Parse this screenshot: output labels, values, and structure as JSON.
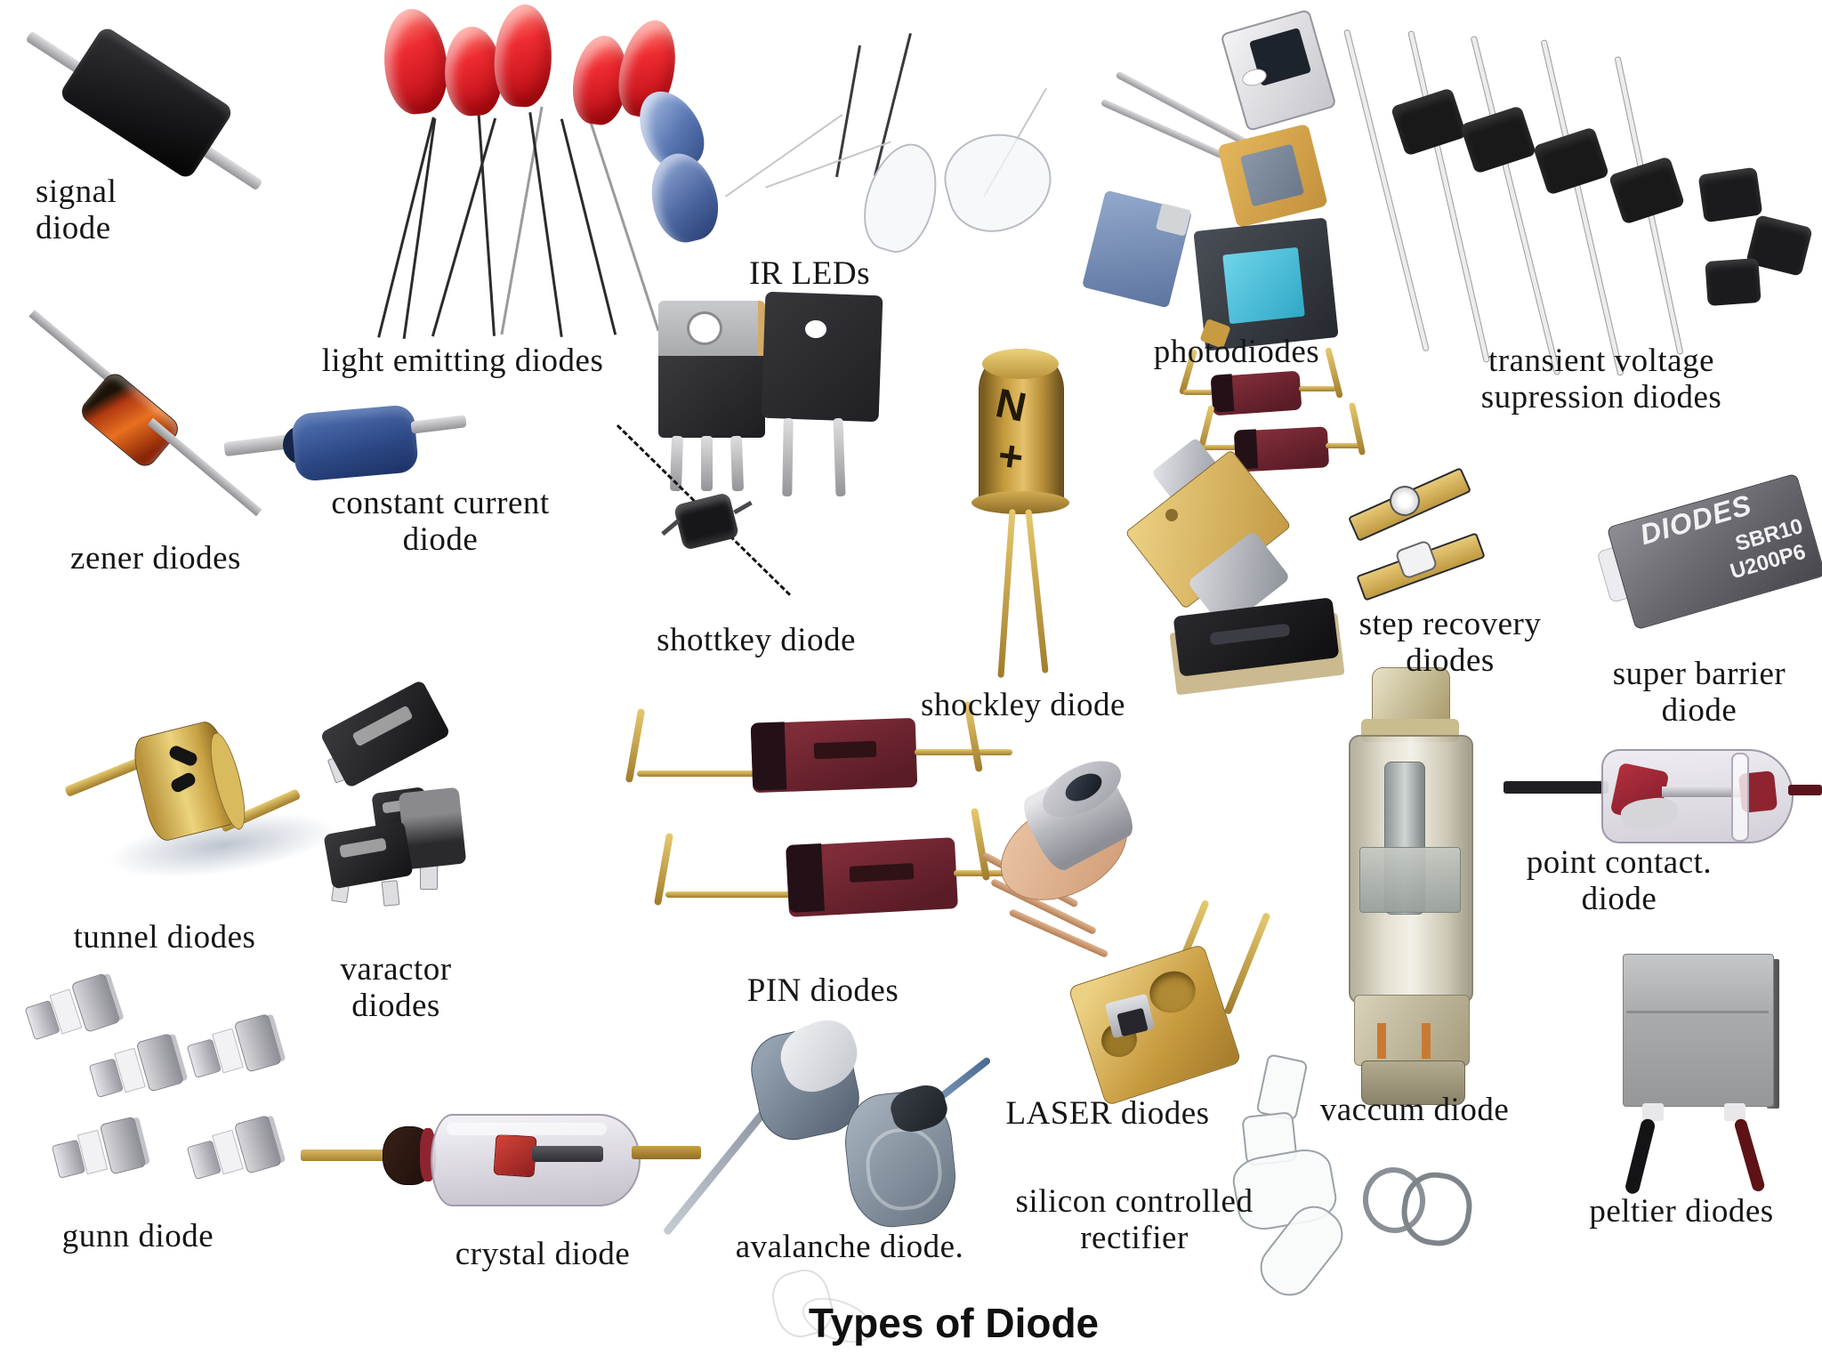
{
  "title": "Types of Diode",
  "labels": {
    "signal_diode": "signal\ndiode",
    "light_emitting_diodes": "light emitting diodes",
    "ir_leds": "IR LEDs",
    "photodiodes": "photodiodes",
    "transient_voltage_supression_diodes": "transient voltage\nsupression diodes",
    "zener_diodes": "zener diodes",
    "constant_current_diode": "constant current\ndiode",
    "shottkey_diode": "shottkey diode",
    "shockley_diode": "shockley diode",
    "step_recovery_diodes": "step recovery\ndiodes",
    "super_barrier_diode": "super barrier\ndiode",
    "tunnel_diodes": "tunnel diodes",
    "varactor_diodes": "varactor diodes",
    "pin_diodes": "PIN diodes",
    "point_contact_diode": "point contact.\ndiode",
    "gunn_diode": "gunn diode",
    "crystal_diode": "crystal diode",
    "avalanche_diode": "avalanche diode.",
    "laser_diodes": "LASER diodes",
    "silicon_controlled_rectifier": "silicon controlled\nrectifier",
    "vaccum_diode": "vaccum diode",
    "peltier_diodes": "peltier diodes"
  },
  "markings": {
    "super_barrier_brand": "DIODES",
    "super_barrier_part_line1": "SBR10",
    "super_barrier_part_line2": "U200P6",
    "shockley_letter": "N",
    "shockley_polarity": "+"
  },
  "colors": {
    "background": "#ffffff",
    "label_text": "#161616",
    "led_red": "#d91e26",
    "ir_led_blue": "#5c79b4",
    "gold_lead": "#c9a03c",
    "maroon_body": "#6e2430",
    "package_black": "#1b1b1d"
  }
}
